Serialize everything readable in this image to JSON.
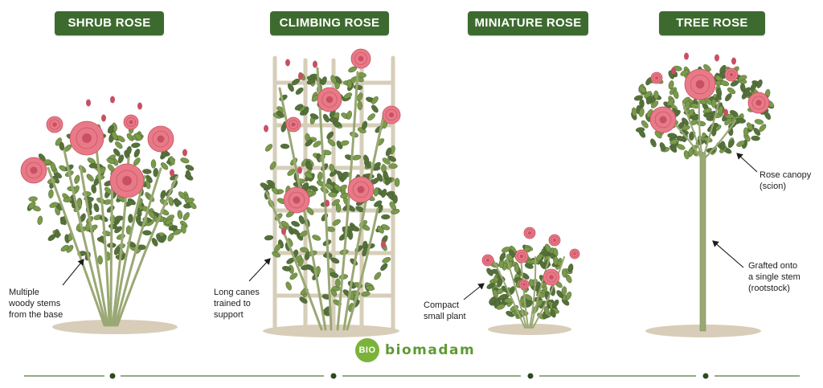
{
  "titles": {
    "shrub": "SHRUB ROSE",
    "climbing": "CLIMBING ROSE",
    "miniature": "MINIATURE ROSE",
    "tree": "TREE ROSE"
  },
  "callouts": {
    "shrub": [
      "Multiple",
      "woody stems",
      "from the base"
    ],
    "climbing": [
      "Long canes",
      "trained to",
      "support"
    ],
    "miniature": [
      "Compact",
      "small plant"
    ],
    "tree_canopy": [
      "Rose canopy",
      "(scion)"
    ],
    "tree_stem": [
      "Grafted onto",
      "a single stem",
      "(rootstock)"
    ]
  },
  "brand": {
    "mark": "BIO",
    "name": "biomadam"
  },
  "colors": {
    "badge": "#3d6b2f",
    "leaf": "#7a9a4a",
    "leaf_dark": "#55713a",
    "stem": "#9aa874",
    "petal": "#e87a87",
    "petal_dark": "#c94f63",
    "soil": "#d8cdb8",
    "trellis": "#e8e1cf",
    "brand": "#7bb33a"
  }
}
